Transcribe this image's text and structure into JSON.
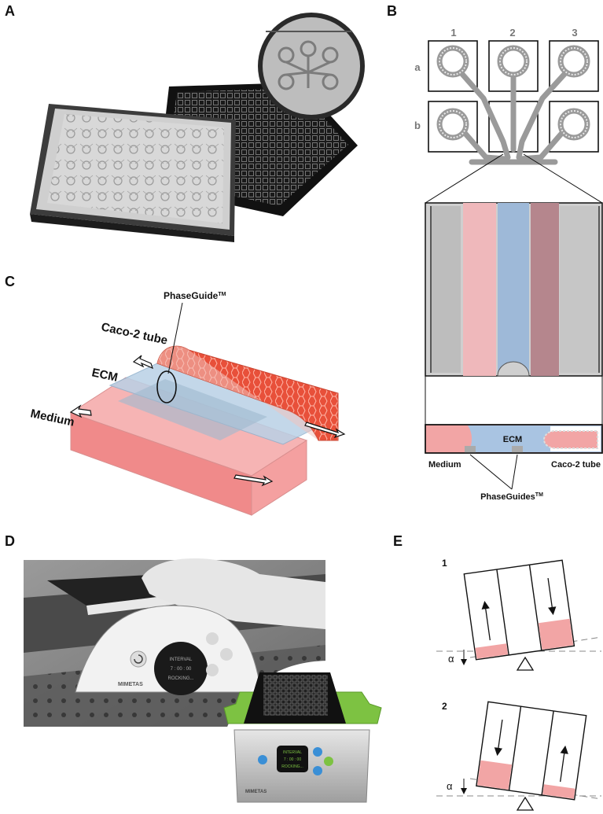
{
  "panels": {
    "a": {
      "letter": "A"
    },
    "b": {
      "letter": "B",
      "columns": [
        "1",
        "2",
        "3"
      ],
      "rows": [
        "a",
        "b"
      ],
      "section": {
        "medium": "Medium",
        "ecm": "ECM",
        "tube": "Caco-2 tube",
        "phaseguides": "PhaseGuides",
        "phaseguides_tm": "TM"
      }
    },
    "c": {
      "letter": "C",
      "phaseguide": "PhaseGuide",
      "phaseguide_tm": "TM",
      "tube": "Caco-2 tube",
      "ecm": "ECM",
      "medium": "Medium"
    },
    "d": {
      "letter": "D",
      "screen_main": [
        "INTERVAL",
        "7 : 00 : 00",
        "ROCKING..."
      ],
      "brand": "MIMETAS",
      "screen_small": [
        "INTERVAL",
        "7 : 00 : 00",
        "ROCKING..."
      ],
      "brand_small": "MIMETAS"
    },
    "e": {
      "letter": "E",
      "step1": "1",
      "step2": "2",
      "angle": "α"
    }
  },
  "colors": {
    "medium": "#f2a5a5",
    "ecm": "#a9c4e2",
    "tube": "#e8503a",
    "green": "#7dc242",
    "outline": "#111111"
  }
}
